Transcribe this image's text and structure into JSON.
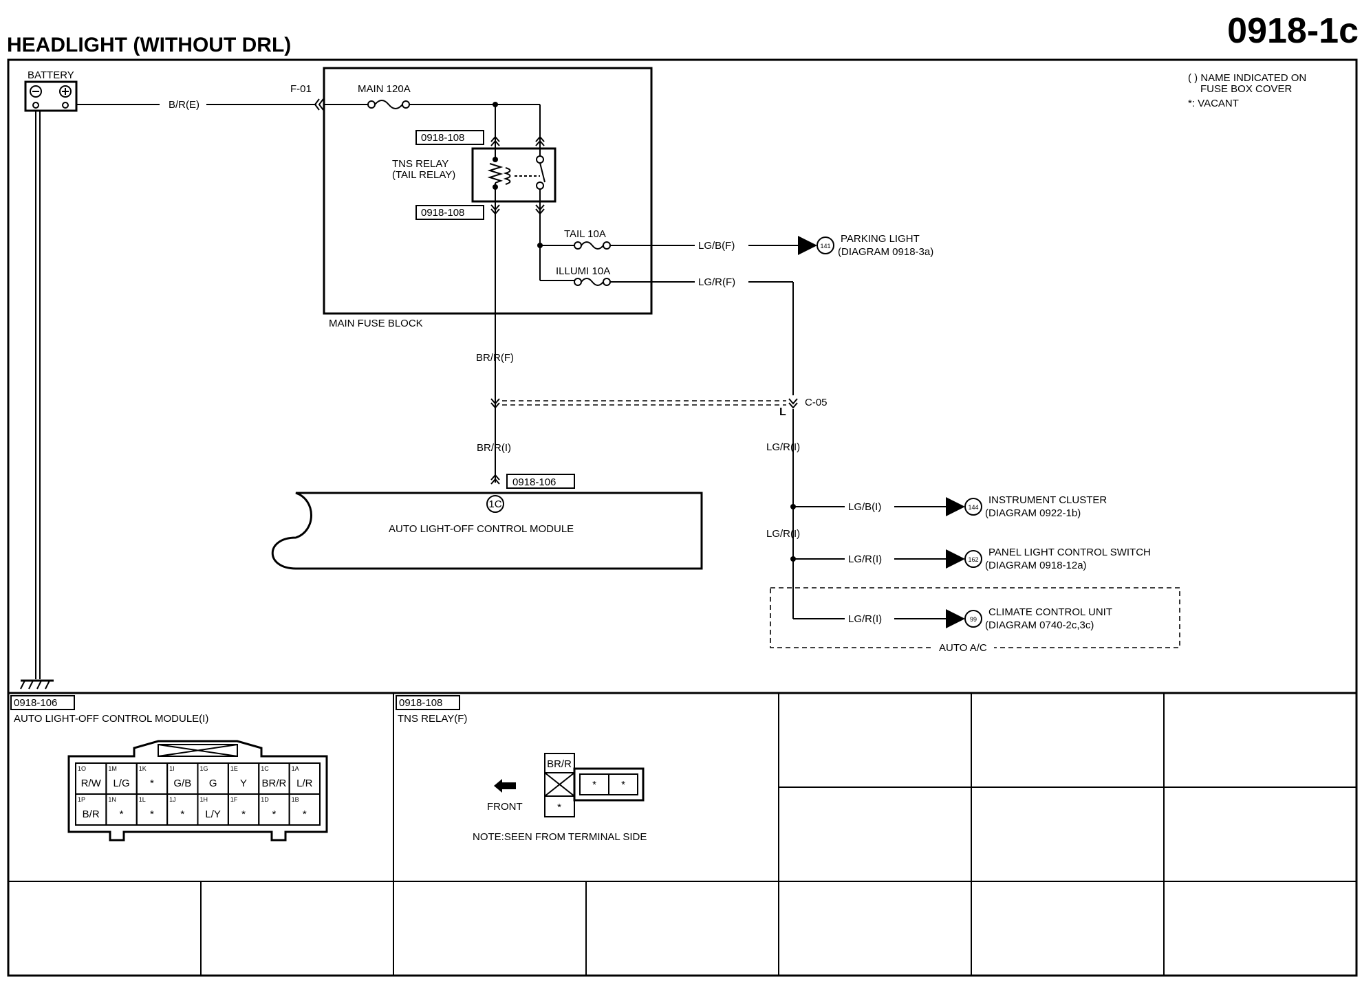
{
  "header": {
    "title": "HEADLIGHT (WITHOUT DRL)",
    "code": "0918-1c"
  },
  "legend": {
    "line1": "( ) NAME INDICATED ON",
    "line2": "FUSE BOX COVER",
    "line3": "*: VACANT"
  },
  "diagram": {
    "battery": "BATTERY",
    "f01": "F-01",
    "wire_br_e": "B/R(E)",
    "main_fuse": "MAIN 120A",
    "relay_ref_top": "0918-108",
    "relay_ref_bottom": "0918-108",
    "relay_name_1": "TNS RELAY",
    "relay_name_2": "(TAIL RELAY)",
    "tail_fuse": "TAIL 10A",
    "illumi_fuse": "ILLUMI 10A",
    "main_fuse_block": "MAIN FUSE BLOCK",
    "wire_lgbf": "LG/B(F)",
    "wire_lgrf": "LG/R(F)",
    "parking_num": "141",
    "parking_1": "PARKING LIGHT",
    "parking_2": "(DIAGRAM 0918-3a)",
    "wire_brrf": "BR/R(F)",
    "c05": "C-05",
    "l_label": "L",
    "wire_brri": "BR/R(I)",
    "wire_lgri_top": "LG/R(I)",
    "module_ref": "0918-106",
    "module_pin": "1C",
    "module_name": "AUTO LIGHT-OFF CONTROL MODULE",
    "wire_lgbi": "LG/B(I)",
    "cluster_num": "144",
    "cluster_1": "INSTRUMENT CLUSTER",
    "cluster_2": "(DIAGRAM 0922-1b)",
    "wire_lgri_mid": "LG/R(I)",
    "wire_lgri_panel": "LG/R(I)",
    "panel_num": "162",
    "panel_1": "PANEL LIGHT CONTROL SWITCH",
    "panel_2": "(DIAGRAM 0918-12a)",
    "wire_lgri_climate": "LG/R(I)",
    "climate_num": "99",
    "climate_1": "CLIMATE CONTROL UNIT",
    "climate_2": "(DIAGRAM 0740-2c,3c)",
    "auto_ac": "AUTO A/C"
  },
  "connector_module": {
    "ref": "0918-106",
    "name": "AUTO LIGHT-OFF CONTROL MODULE(I)",
    "top_row": [
      {
        "pin": "1O",
        "val": "R/W"
      },
      {
        "pin": "1M",
        "val": "L/G"
      },
      {
        "pin": "1K",
        "val": "*"
      },
      {
        "pin": "1I",
        "val": "G/B"
      },
      {
        "pin": "1G",
        "val": "G"
      },
      {
        "pin": "1E",
        "val": "Y"
      },
      {
        "pin": "1C",
        "val": "BR/R"
      },
      {
        "pin": "1A",
        "val": "L/R"
      }
    ],
    "bottom_row": [
      {
        "pin": "1P",
        "val": "B/R"
      },
      {
        "pin": "1N",
        "val": "*"
      },
      {
        "pin": "1L",
        "val": "*"
      },
      {
        "pin": "1J",
        "val": "*"
      },
      {
        "pin": "1H",
        "val": "L/Y"
      },
      {
        "pin": "1F",
        "val": "*"
      },
      {
        "pin": "1D",
        "val": "*"
      },
      {
        "pin": "1B",
        "val": "*"
      }
    ]
  },
  "connector_relay": {
    "ref": "0918-108",
    "name": "TNS RELAY(F)",
    "pin_top": "BR/R",
    "pin_right_1": "*",
    "pin_right_2": "*",
    "pin_bottom": "*",
    "front": "FRONT",
    "note": "NOTE:SEEN FROM TERMINAL SIDE"
  }
}
